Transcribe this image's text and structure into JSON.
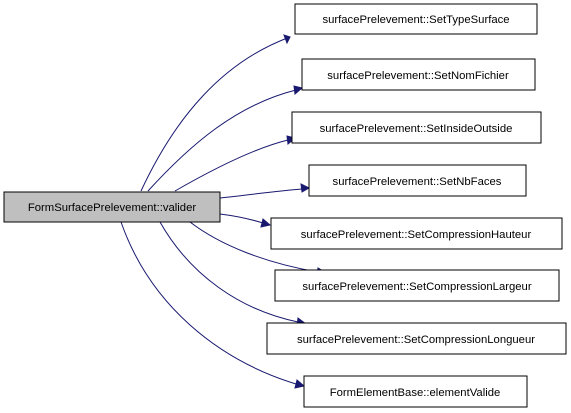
{
  "source": {
    "label": "FormSurfacePrelevement::valider",
    "color": "#bfbfbf"
  },
  "targets": [
    {
      "label": "surfacePrelevement::SetTypeSurface"
    },
    {
      "label": "surfacePrelevement::SetNomFichier"
    },
    {
      "label": "surfacePrelevement::SetInsideOutside"
    },
    {
      "label": "surfacePrelevement::SetNbFaces"
    },
    {
      "label": "surfacePrelevement::SetCompressionHauteur"
    },
    {
      "label": "surfacePrelevement::SetCompressionLargeur"
    },
    {
      "label": "surfacePrelevement::SetCompressionLongueur"
    },
    {
      "label": "FormElementBase::elementValide"
    }
  ],
  "edge_color": "#191970"
}
